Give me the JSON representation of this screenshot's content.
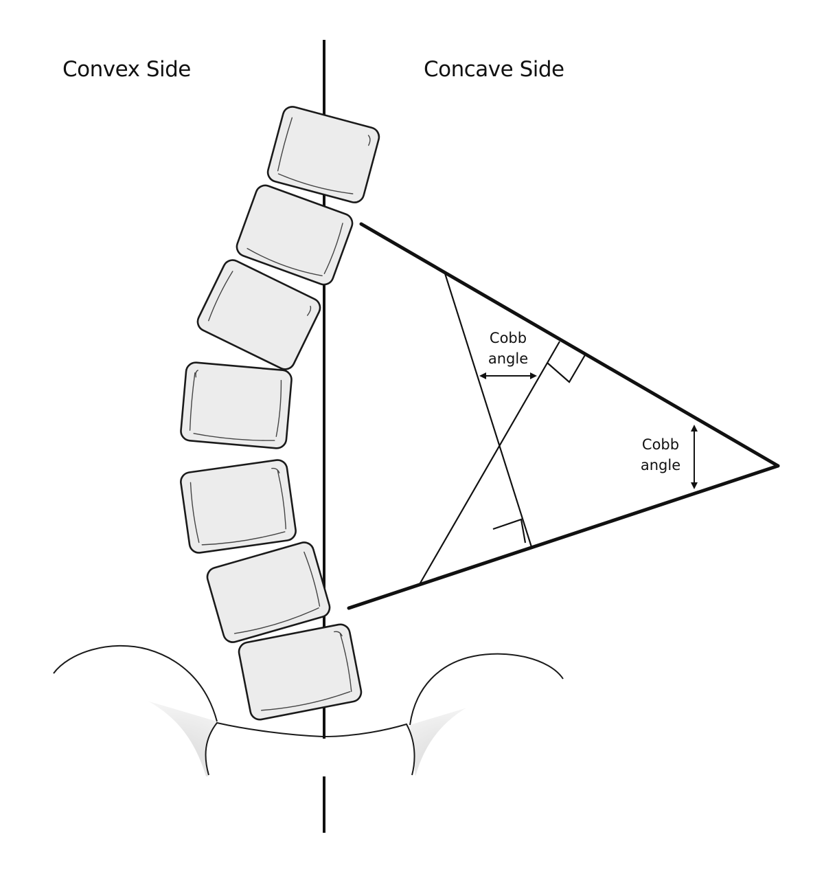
{
  "labels": {
    "convex_side": "Convex Side",
    "concave_side": "Concave Side",
    "cobb_angle_upper": "Cobb\nangle",
    "cobb_angle_lower": "Cobb\nangle"
  }
}
